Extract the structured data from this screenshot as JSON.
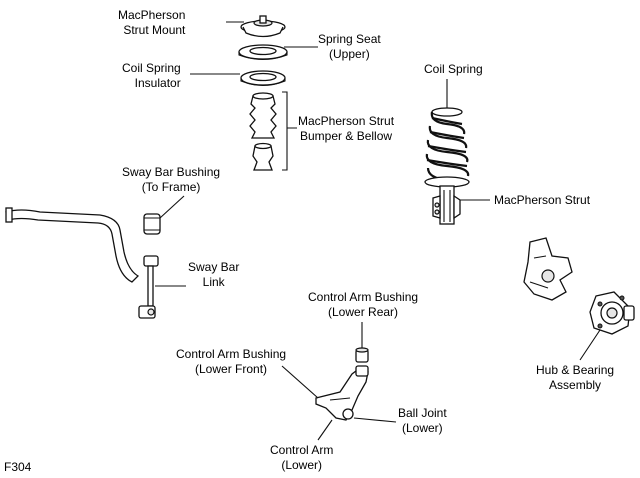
{
  "labels": {
    "strut_mount": [
      "MacPherson",
      "Strut Mount"
    ],
    "spring_seat": [
      "Spring Seat",
      "(Upper)"
    ],
    "spring_insulator": [
      "Coil Spring",
      "Insulator"
    ],
    "bumper_bellow": [
      "MacPherson Strut",
      "Bumper & Bellow"
    ],
    "coil_spring": "Coil Spring",
    "strut": "MacPherson Strut",
    "sway_bushing": [
      "Sway Bar Bushing",
      "(To Frame)"
    ],
    "sway_link": [
      "Sway Bar",
      "Link"
    ],
    "ca_bushing_rear": [
      "Control Arm Bushing",
      "(Lower Rear)"
    ],
    "ca_bushing_front": [
      "Control Arm Bushing",
      "(Lower Front)"
    ],
    "hub_bearing": [
      "Hub & Bearing",
      "Assembly"
    ],
    "ball_joint": [
      "Ball Joint",
      "(Lower)"
    ],
    "control_arm": [
      "Control Arm",
      "(Lower)"
    ],
    "figure_code": "F304"
  }
}
